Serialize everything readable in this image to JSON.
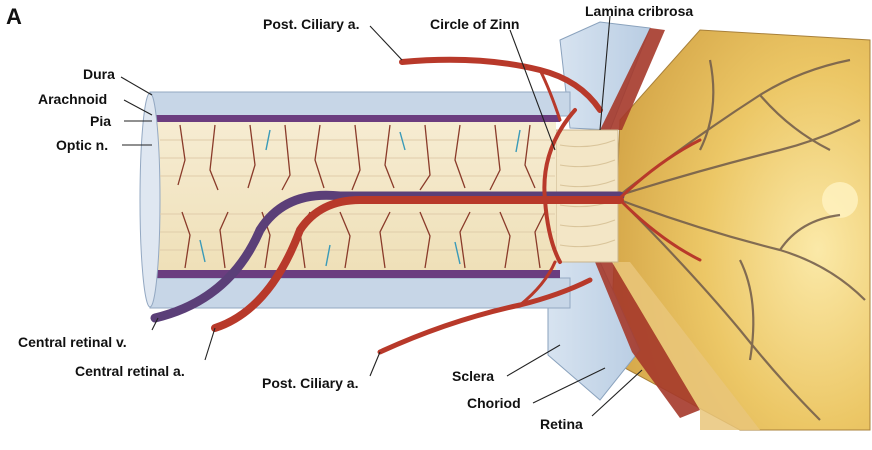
{
  "figure": {
    "panel_letter": "A",
    "labels": {
      "dura": "Dura",
      "arachnoid": "Arachnoid",
      "pia": "Pia",
      "optic_nerve": "Optic n.",
      "post_ciliary_top": "Post. Ciliary a.",
      "circle_of_zinn": "Circle of Zinn",
      "lamina_cribrosa": "Lamina cribrosa",
      "central_retinal_vein": "Central retinal v.",
      "central_retinal_artery": "Central retinal a.",
      "post_ciliary_bottom": "Post. Ciliary a.",
      "sclera": "Sclera",
      "choroid": "Choriod",
      "retina": "Retina"
    }
  },
  "colors": {
    "artery": "#b8392a",
    "vein": "#6a4b86",
    "sheath": "#cfdcea",
    "nerve": "#f3e6c4",
    "fundus": "#e9c46a",
    "leader": "#222222"
  }
}
